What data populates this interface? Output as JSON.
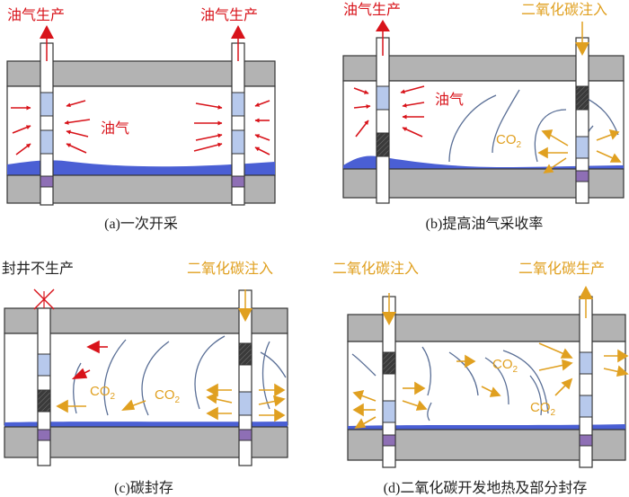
{
  "colors": {
    "rock": "#b3b3b3",
    "rock_stroke": "#333333",
    "reservoir": "#ffffff",
    "water": "#4a5fd4",
    "oil_arrow": "#d8131a",
    "co2_arrow": "#e0a020",
    "blue_perf": "#b7c9ec",
    "dark_perf": "#333333",
    "purple_seg": "#8e6fb5",
    "co2_line": "#5a6f96"
  },
  "panels": {
    "a": {
      "caption": "(a)一次开采",
      "label_left": "油气生产",
      "label_right": "油气生产",
      "center_label": "油气"
    },
    "b": {
      "caption": "(b)提高油气采收率",
      "label_left": "油气生产",
      "label_right": "二氧化碳注入",
      "center_label": "油气",
      "co2_main": "CO",
      "co2_sub": "2"
    },
    "c": {
      "caption": "(c)碳封存",
      "label_left": "封井不生产",
      "label_right": "二氧化碳注入",
      "co2_main": "CO",
      "co2_sub": "2"
    },
    "d": {
      "caption": "(d)二氧化碳开发地热及部分封存",
      "label_left": "二氧化碳注入",
      "label_right": "二氧化碳生产",
      "co2_main": "CO",
      "co2_sub": "2"
    }
  }
}
